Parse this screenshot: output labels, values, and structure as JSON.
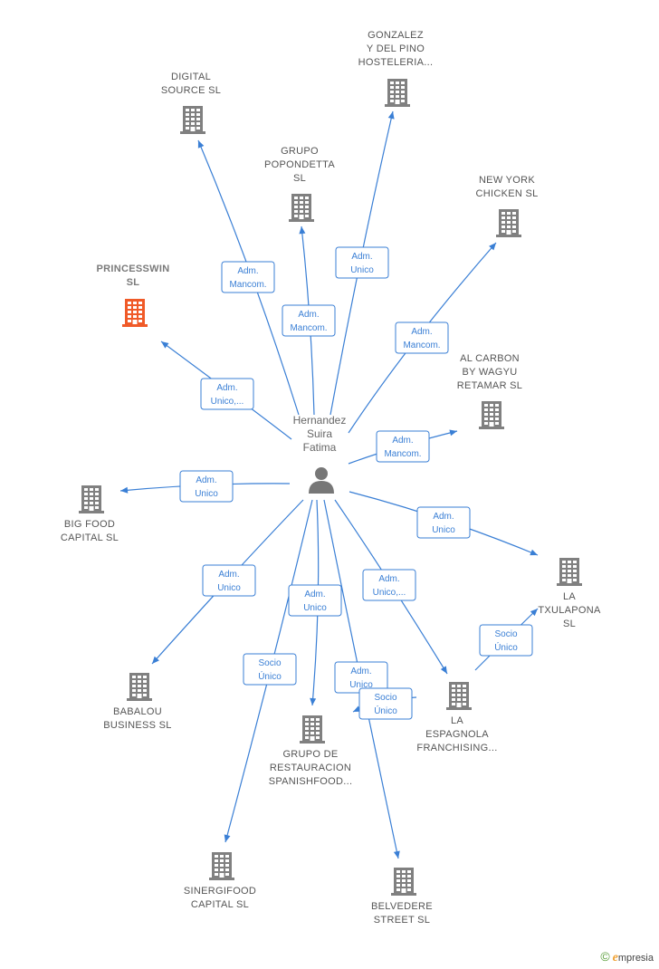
{
  "center": {
    "name_lines": [
      "Hernandez",
      "Suira",
      "Fatima"
    ],
    "icon": "person-icon"
  },
  "colors": {
    "edge": "#3a7fd5",
    "building": "#808080",
    "highlight": "#f05a28"
  },
  "nodes": [
    {
      "id": "gonzalez",
      "lines": [
        "GONZALEZ",
        "Y DEL PINO",
        "HOSTELERIA..."
      ],
      "highlight": false
    },
    {
      "id": "digital",
      "lines": [
        "DIGITAL",
        "SOURCE  SL"
      ],
      "highlight": false
    },
    {
      "id": "popondetta",
      "lines": [
        "GRUPO",
        "POPONDETTA",
        "SL"
      ],
      "highlight": false
    },
    {
      "id": "newyork",
      "lines": [
        "NEW YORK",
        "CHICKEN  SL"
      ],
      "highlight": false
    },
    {
      "id": "princesswin",
      "lines": [
        "PRINCESSWIN",
        "SL"
      ],
      "highlight": true
    },
    {
      "id": "alcarbon",
      "lines": [
        "AL CARBON",
        "BY WAGYU",
        "RETAMAR  SL"
      ],
      "highlight": false
    },
    {
      "id": "bigfood",
      "lines": [
        "BIG FOOD",
        "CAPITAL  SL"
      ],
      "highlight": false
    },
    {
      "id": "txulapona",
      "lines": [
        "LA",
        "TXULAPONA",
        "SL"
      ],
      "highlight": false
    },
    {
      "id": "babalou",
      "lines": [
        "BABALOU",
        "BUSINESS SL"
      ],
      "highlight": false
    },
    {
      "id": "espagnola",
      "lines": [
        "LA",
        "ESPAGNOLA",
        "FRANCHISING..."
      ],
      "highlight": false
    },
    {
      "id": "restauracion",
      "lines": [
        "GRUPO DE",
        "RESTAURACION",
        "SPANISHFOOD..."
      ],
      "highlight": false
    },
    {
      "id": "sinergifood",
      "lines": [
        "SINERGIFOOD",
        "CAPITAL  SL"
      ],
      "highlight": false
    },
    {
      "id": "belvedere",
      "lines": [
        "BELVEDERE",
        "STREET SL"
      ],
      "highlight": false
    }
  ],
  "edges": [
    {
      "from": "center",
      "to": "gonzalez",
      "label": [
        "Adm.",
        "Unico"
      ]
    },
    {
      "from": "center",
      "to": "digital",
      "label": [
        "Adm.",
        "Mancom."
      ]
    },
    {
      "from": "center",
      "to": "popondetta",
      "label": [
        "Adm.",
        "Mancom."
      ]
    },
    {
      "from": "center",
      "to": "newyork",
      "label": [
        "Adm.",
        "Mancom."
      ]
    },
    {
      "from": "center",
      "to": "princesswin",
      "label": [
        "Adm.",
        "Unico,..."
      ]
    },
    {
      "from": "center",
      "to": "alcarbon",
      "label": [
        "Adm.",
        "Mancom."
      ]
    },
    {
      "from": "center",
      "to": "bigfood",
      "label": [
        "Adm.",
        "Unico"
      ]
    },
    {
      "from": "center",
      "to": "txulapona",
      "label": [
        "Adm.",
        "Unico"
      ]
    },
    {
      "from": "center",
      "to": "babalou",
      "label": [
        "Adm.",
        "Unico"
      ]
    },
    {
      "from": "center",
      "to": "espagnola",
      "label": [
        "Adm.",
        "Unico,..."
      ]
    },
    {
      "from": "center",
      "to": "restauracion",
      "label": [
        "Adm.",
        "Unico"
      ]
    },
    {
      "from": "center",
      "to": "sinergifood",
      "label": [
        "Socio",
        "Único"
      ]
    },
    {
      "from": "center",
      "to": "belvedere",
      "label": [
        "Adm.",
        "Unico"
      ]
    },
    {
      "from": "espagnola",
      "to": "txulapona",
      "label": [
        "Socio",
        "Único"
      ]
    },
    {
      "from": "espagnola",
      "to": "restauracion",
      "label": [
        "Socio",
        "Único"
      ]
    }
  ],
  "footer": {
    "copyright": "©",
    "brand_initial": "e",
    "brand_rest": "mpresia"
  }
}
